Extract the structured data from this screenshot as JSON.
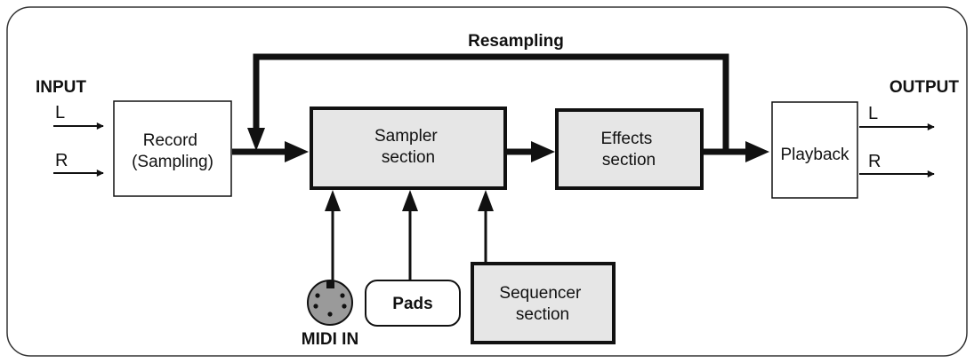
{
  "diagram": {
    "labels": {
      "input": "INPUT",
      "output": "OUTPUT",
      "in_l": "L",
      "in_r": "R",
      "out_l": "L",
      "out_r": "R",
      "resampling": "Resampling",
      "midi_in": "MIDI IN"
    },
    "blocks": {
      "record": [
        "Record",
        "(Sampling)"
      ],
      "sampler": [
        "Sampler",
        "section"
      ],
      "effects": [
        "Effects",
        "section"
      ],
      "playback": [
        "Playback"
      ],
      "pads": [
        "Pads"
      ],
      "sequencer": [
        "Sequencer",
        "section"
      ]
    },
    "colors": {
      "frame": "#333333",
      "line": "#111111",
      "block_fill": "#e6e6e6",
      "plain_fill": "#ffffff",
      "midi_fill": "#9a9a9a"
    }
  }
}
